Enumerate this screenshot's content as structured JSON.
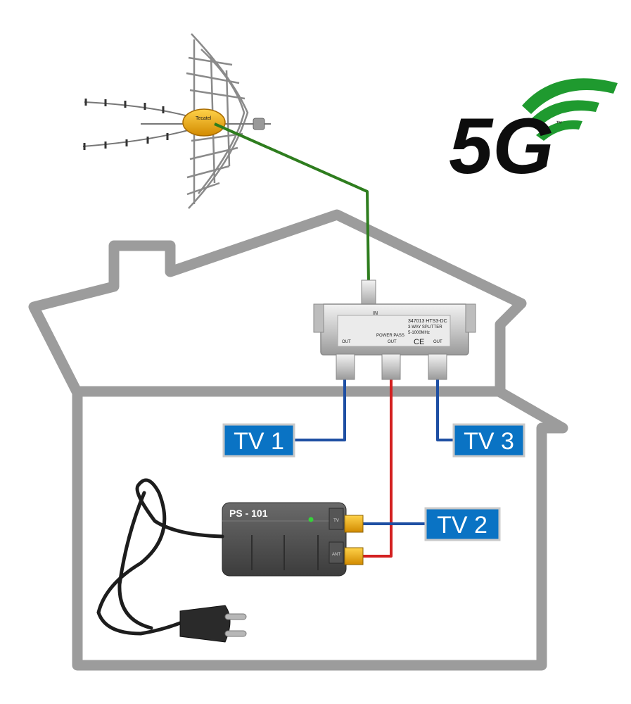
{
  "logo": {
    "text": "5G",
    "tm": "™",
    "arc_color": "#1f9a2f"
  },
  "antenna": {
    "brand": "Tecatel",
    "cable_color": "#2e7d1e"
  },
  "splitter": {
    "in_label": "IN",
    "model": "347013 HTS3-DC",
    "type": "3-WAY SPLITTER",
    "range": "5-1000MHz",
    "power_pass": "POWER PASS",
    "ce": "CE",
    "out_labels": [
      "OUT",
      "OUT",
      "OUT"
    ]
  },
  "power_supply": {
    "label": "PS - 101",
    "port_top": "TV",
    "port_bottom": "ANT"
  },
  "tv_labels": {
    "tv1": "TV 1",
    "tv2": "TV 2",
    "tv3": "TV 3"
  },
  "colors": {
    "tv_box": "#0a73c4",
    "house": "#9c9c9c",
    "coax_blue": "#1e4fa3",
    "coax_red": "#d32020"
  }
}
